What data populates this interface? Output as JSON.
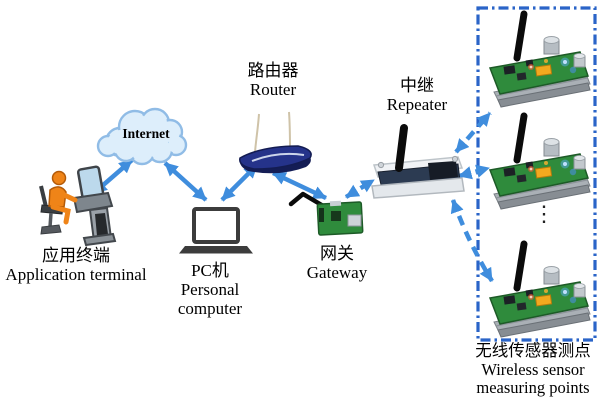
{
  "figure": {
    "internet": {
      "label": "Internet"
    },
    "application_terminal": {
      "zh": "应用终端",
      "en": "Application terminal"
    },
    "router": {
      "zh": "路由器",
      "en": "Router"
    },
    "pc": {
      "zh": "PC机",
      "en1": "Personal",
      "en2": "computer"
    },
    "gateway": {
      "zh": "网关",
      "en": "Gateway"
    },
    "repeater": {
      "zh": "中继",
      "en": "Repeater"
    },
    "sensors": {
      "zh": "无线传感器测点",
      "en1": "Wireless sensor",
      "en2": "measuring points",
      "ellipsis": "⋮"
    }
  },
  "connections": [
    {
      "from": "Application terminal",
      "to": "Internet",
      "style": "solid",
      "bidirectional": true
    },
    {
      "from": "Internet",
      "to": "Personal computer",
      "style": "solid",
      "bidirectional": true
    },
    {
      "from": "Personal computer",
      "to": "Router",
      "style": "solid",
      "bidirectional": true
    },
    {
      "from": "Router",
      "to": "Gateway",
      "style": "solid",
      "bidirectional": true
    },
    {
      "from": "Gateway",
      "to": "Repeater",
      "style": "dashed",
      "bidirectional": true
    },
    {
      "from": "Repeater",
      "to": "Wireless sensor node 1",
      "style": "dashed",
      "bidirectional": true
    },
    {
      "from": "Repeater",
      "to": "Wireless sensor node 2",
      "style": "dashed",
      "bidirectional": true
    },
    {
      "from": "Repeater",
      "to": "Wireless sensor node 3",
      "style": "dashed",
      "bidirectional": true
    }
  ],
  "colors": {
    "arrow": "#3f8ddd",
    "box_border": "#2a64c8",
    "cloud_fill": "#ddeefb",
    "cloud_stroke": "#90bce6",
    "router_body": "#25338a",
    "pcb_green": "#2f8b3c",
    "person_orange": "#ef8418",
    "antenna_black": "#0b0b0b"
  }
}
